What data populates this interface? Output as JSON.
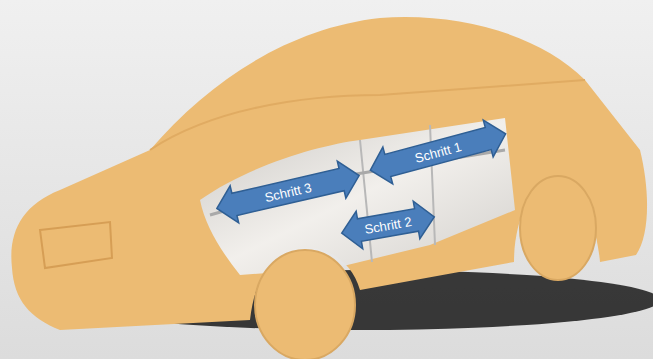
{
  "diagram": {
    "nodes": [
      {
        "text": [
          "Schritt 1"
        ]
      },
      {
        "text": [
          "Schritt 3"
        ]
      },
      {
        "text": [
          "Schritt 2"
        ]
      }
    ]
  }
}
